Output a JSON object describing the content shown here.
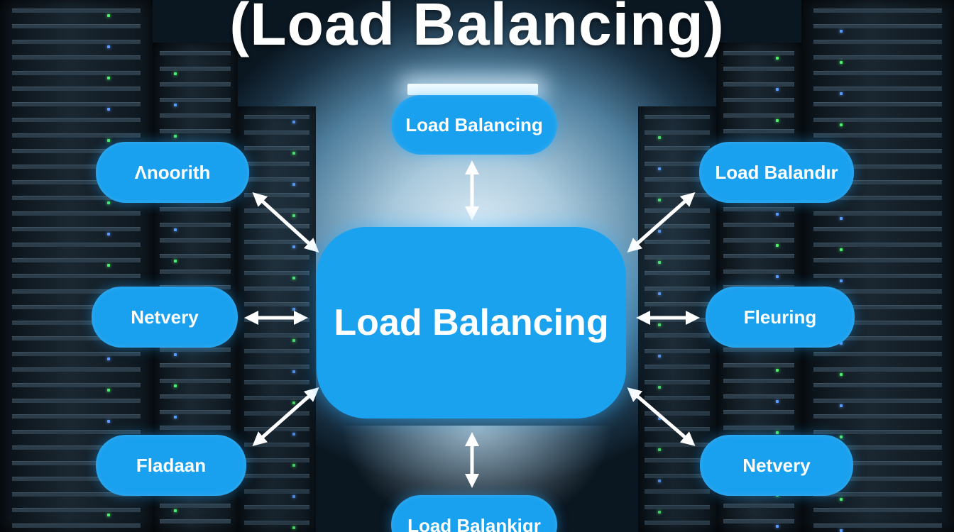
{
  "title": "(Load Balancing)",
  "center": {
    "label": "Load Balancing"
  },
  "nodes": {
    "top": "Load Balancing",
    "top_left": "Λnoorith",
    "top_right": "Load Balandır",
    "mid_left": "Netvery",
    "mid_right": "Fleuring",
    "bottom_left": "Fladaan",
    "bottom_right": "Netvery",
    "bottom": "Load Balankiqr"
  },
  "colors": {
    "node_fill": "#19a0ee",
    "text": "#ffffff",
    "arrow": "#ffffff"
  },
  "connector_style": "double-headed-arrow"
}
